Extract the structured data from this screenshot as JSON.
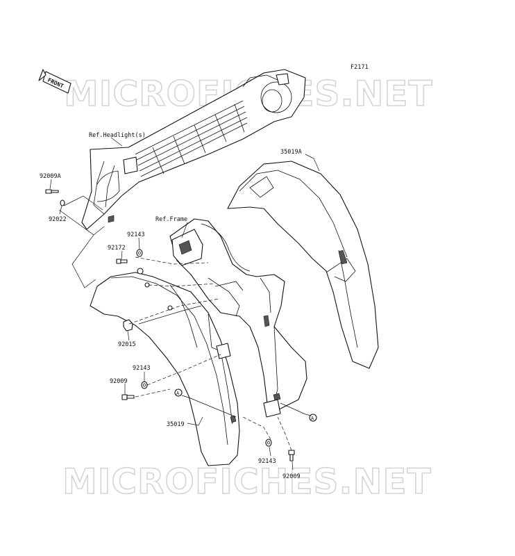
{
  "figure_code": "F2171",
  "watermark": "MICROFICHES.NET",
  "front_arrow": "FRONT",
  "refs": {
    "headlight": "Ref.Headlight(s)",
    "frame": "Ref.Frame"
  },
  "callouts": {
    "p35019A": "35019A",
    "p92009A": "92009A",
    "p92022": "92022",
    "p92143_top": "92143",
    "p92172": "92172",
    "p92015": "92015",
    "p92143_mid": "92143",
    "p92009_left": "92009",
    "p35019": "35019",
    "p92143_bottom": "92143",
    "p92009_bottom": "92009",
    "marker_a": "A"
  }
}
